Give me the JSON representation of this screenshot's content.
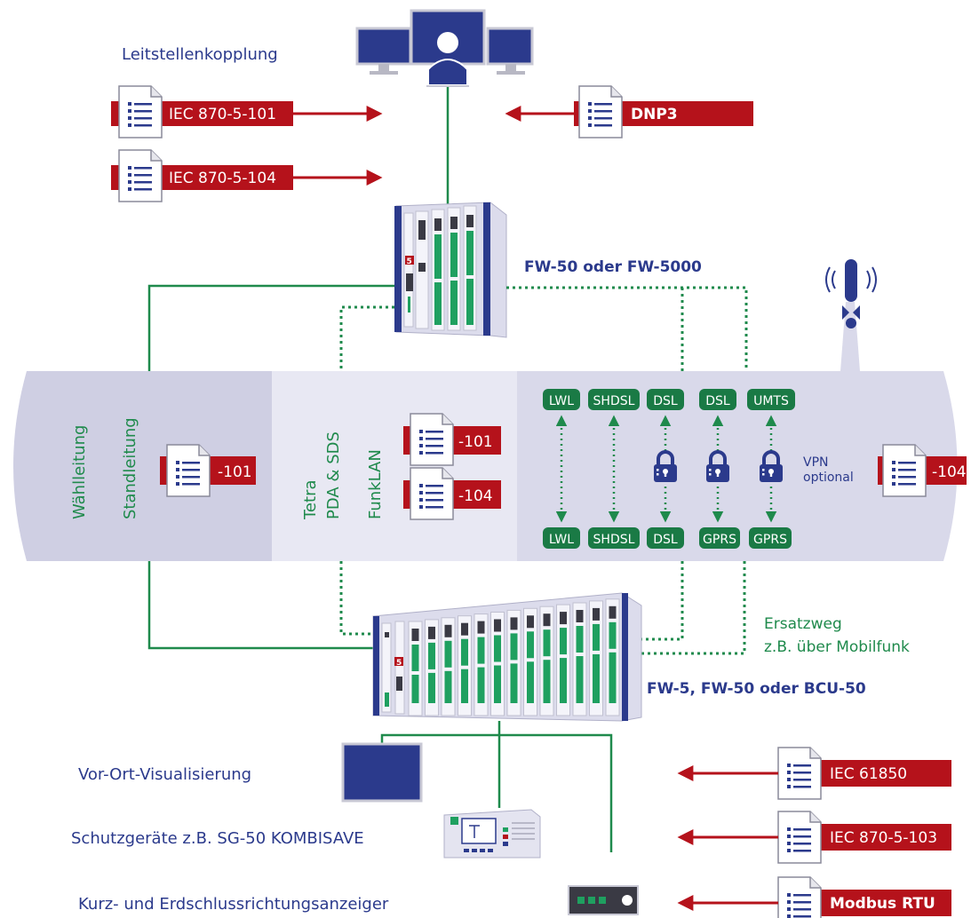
{
  "colors": {
    "navy": "#2b3a8c",
    "red": "#b5121b",
    "green": "#1f8a4c",
    "band_light": "#d9d9ea",
    "band_lighter": "#e8e8f3",
    "band_darker": "#cfcfe3"
  },
  "control_center": {
    "label": "Leitstellenkopplung",
    "protocols_left": [
      "IEC 870-5-101",
      "IEC 870-5-104"
    ],
    "protocol_right": "DNP3"
  },
  "main_rtu": {
    "label": "FW-50 oder FW-5000",
    "badge": "5"
  },
  "band": {
    "left": {
      "labels": [
        "Wählleitung",
        "Standleitung"
      ],
      "protocol": "-101"
    },
    "middle": {
      "labels": [
        "Tetra",
        "PDA & SDS",
        "FunkLAN"
      ],
      "protocols": [
        "-101",
        "-104"
      ]
    },
    "right": {
      "top_links": [
        "LWL",
        "SHDSL",
        "DSL",
        "DSL",
        "UMTS"
      ],
      "bottom_links": [
        "LWL",
        "SHDSL",
        "DSL",
        "GPRS",
        "GPRS"
      ],
      "vpn_label": [
        "VPN",
        "optional"
      ],
      "protocol": "-104"
    }
  },
  "field_rtu": {
    "label": "FW-5, FW-50 oder BCU-50",
    "badge": "5"
  },
  "backup": {
    "lines": [
      "Ersatzweg",
      "z.B. über Mobilfunk"
    ]
  },
  "devices": [
    {
      "label": "Vor-Ort-Visualisierung",
      "protocol": "IEC 61850"
    },
    {
      "label": "Schutzgeräte z.B. SG-50 KOMBISAVE",
      "protocol": "IEC 870-5-103"
    },
    {
      "label": "Kurz- und Erdschlussrichtungsanzeiger",
      "protocol": "Modbus RTU"
    }
  ],
  "icons": [
    "operator-workstation-icon",
    "document-list-icon",
    "padlock-icon",
    "radio-mast-icon",
    "touch-panel-icon",
    "protection-relay-icon",
    "fault-indicator-icon"
  ]
}
